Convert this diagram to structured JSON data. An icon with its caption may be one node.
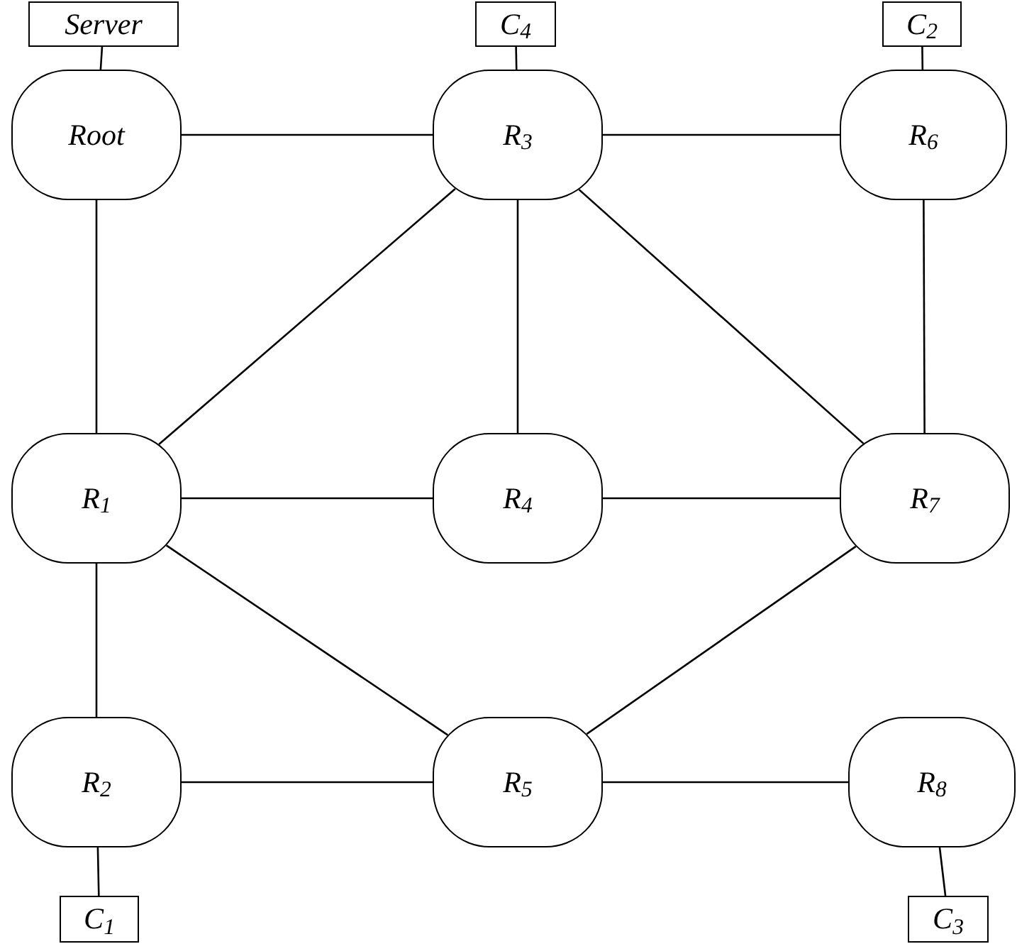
{
  "diagram": {
    "nodes": [
      {
        "text": [
          "Server"
        ]
      },
      {
        "text": [
          "C$_{4}$"
        ]
      },
      {
        "text": [
          "C$_{2}$"
        ]
      },
      {
        "text": [
          "Root"
        ]
      },
      {
        "text": [
          "R$_{3}$"
        ]
      },
      {
        "text": [
          "R$_{6}$"
        ]
      },
      {
        "text": [
          "R$_{1}$"
        ]
      },
      {
        "text": [
          "R$_{4}$"
        ]
      },
      {
        "text": [
          "R$_{7}$"
        ]
      },
      {
        "text": [
          "R$_{2}$"
        ]
      },
      {
        "text": [
          "R$_{5}$"
        ]
      },
      {
        "text": [
          "R$_{8}$"
        ]
      },
      {
        "text": [
          "C$_{1}$"
        ]
      },
      {
        "text": [
          "C$_{3}$"
        ]
      }
    ],
    "edges": [
      {
        "from": 0,
        "to": 3,
        "arrow": "none"
      },
      {
        "from": 1,
        "to": 4,
        "arrow": "none"
      },
      {
        "from": 2,
        "to": 5,
        "arrow": "none"
      },
      {
        "from": 3,
        "to": 4,
        "arrow": "none"
      },
      {
        "from": 4,
        "to": 5,
        "arrow": "none"
      },
      {
        "from": 3,
        "to": 6,
        "arrow": "none"
      },
      {
        "from": 4,
        "to": 6,
        "arrow": "none"
      },
      {
        "from": 4,
        "to": 7,
        "arrow": "none"
      },
      {
        "from": 4,
        "to": 8,
        "arrow": "none"
      },
      {
        "from": 5,
        "to": 8,
        "arrow": "none"
      },
      {
        "from": 6,
        "to": 7,
        "arrow": "none"
      },
      {
        "from": 7,
        "to": 8,
        "arrow": "none"
      },
      {
        "from": 6,
        "to": 9,
        "arrow": "none"
      },
      {
        "from": 6,
        "to": 10,
        "arrow": "none"
      },
      {
        "from": 8,
        "to": 10,
        "arrow": "none"
      },
      {
        "from": 9,
        "to": 10,
        "arrow": "none"
      },
      {
        "from": 10,
        "to": 11,
        "arrow": "none"
      },
      {
        "from": 9,
        "to": 12,
        "arrow": "none"
      },
      {
        "from": 11,
        "to": 13,
        "arrow": "none"
      }
    ]
  }
}
